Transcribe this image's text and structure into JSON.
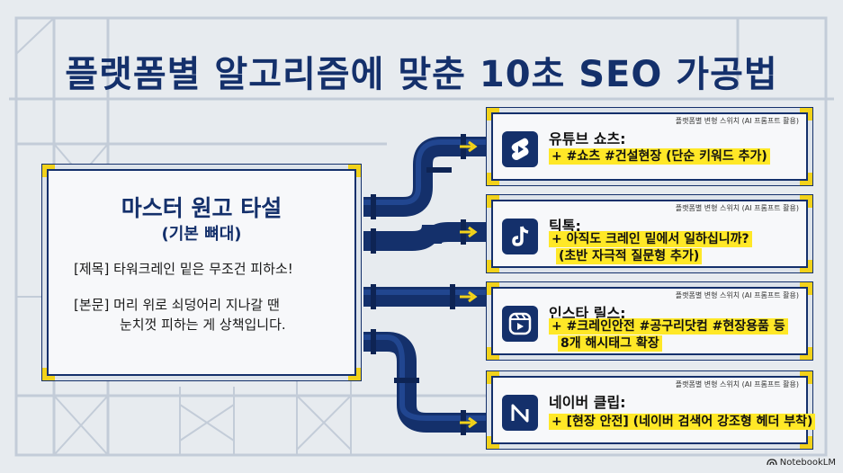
{
  "title": "플랫폼별 알고리즘에 맞춘 10초 SEO 가공법",
  "master": {
    "title": "마스터 원고 타설",
    "subtitle": "(기본 뼈대)",
    "lines": [
      "[제목] 타워크레인 밑은 무조건 피하소!",
      "[본문] 머리 위로 쇠덩어리 지나갈 땐",
      "눈치껏 피하는 게 상책입니다."
    ]
  },
  "platforms": [
    {
      "icon": "youtube-shorts-icon",
      "name": "유튜브 쇼츠:",
      "switch": "플랫폼별 변형 스위치 (AI 프롬프트 활용)",
      "lines": [
        "+ #쇼츠 #건설현장 (단순 키워드 추가)"
      ]
    },
    {
      "icon": "tiktok-icon",
      "name": "틱톡:",
      "switch": "플랫폼별 변형 스위치 (AI 프롬프트 활용)",
      "lines": [
        "+ 아직도 크레인 밑에서 일하십니까?",
        "(초반 자극적 질문형 추가)"
      ]
    },
    {
      "icon": "instagram-reels-icon",
      "name": "인스타 릴스:",
      "switch": "플랫폼별 변형 스위치 (AI 프롬프트 활용)",
      "lines": [
        "+ #크레인안전 #공구리닷컴 #현장용품 등",
        "8개 해시태그 확장"
      ]
    },
    {
      "icon": "naver-clip-icon",
      "name": "네이버 클립:",
      "switch": "플랫폼별 변형 스위치 (AI 프롬프트 활용)",
      "lines": [
        "+ [현장 안전] (네이버 검색어 강조형 헤더 부착)"
      ]
    }
  ],
  "logo": "NotebookLM",
  "colors": {
    "navy": "#14306b",
    "highlight": "#ffe827",
    "corner": "#f2d21a"
  }
}
